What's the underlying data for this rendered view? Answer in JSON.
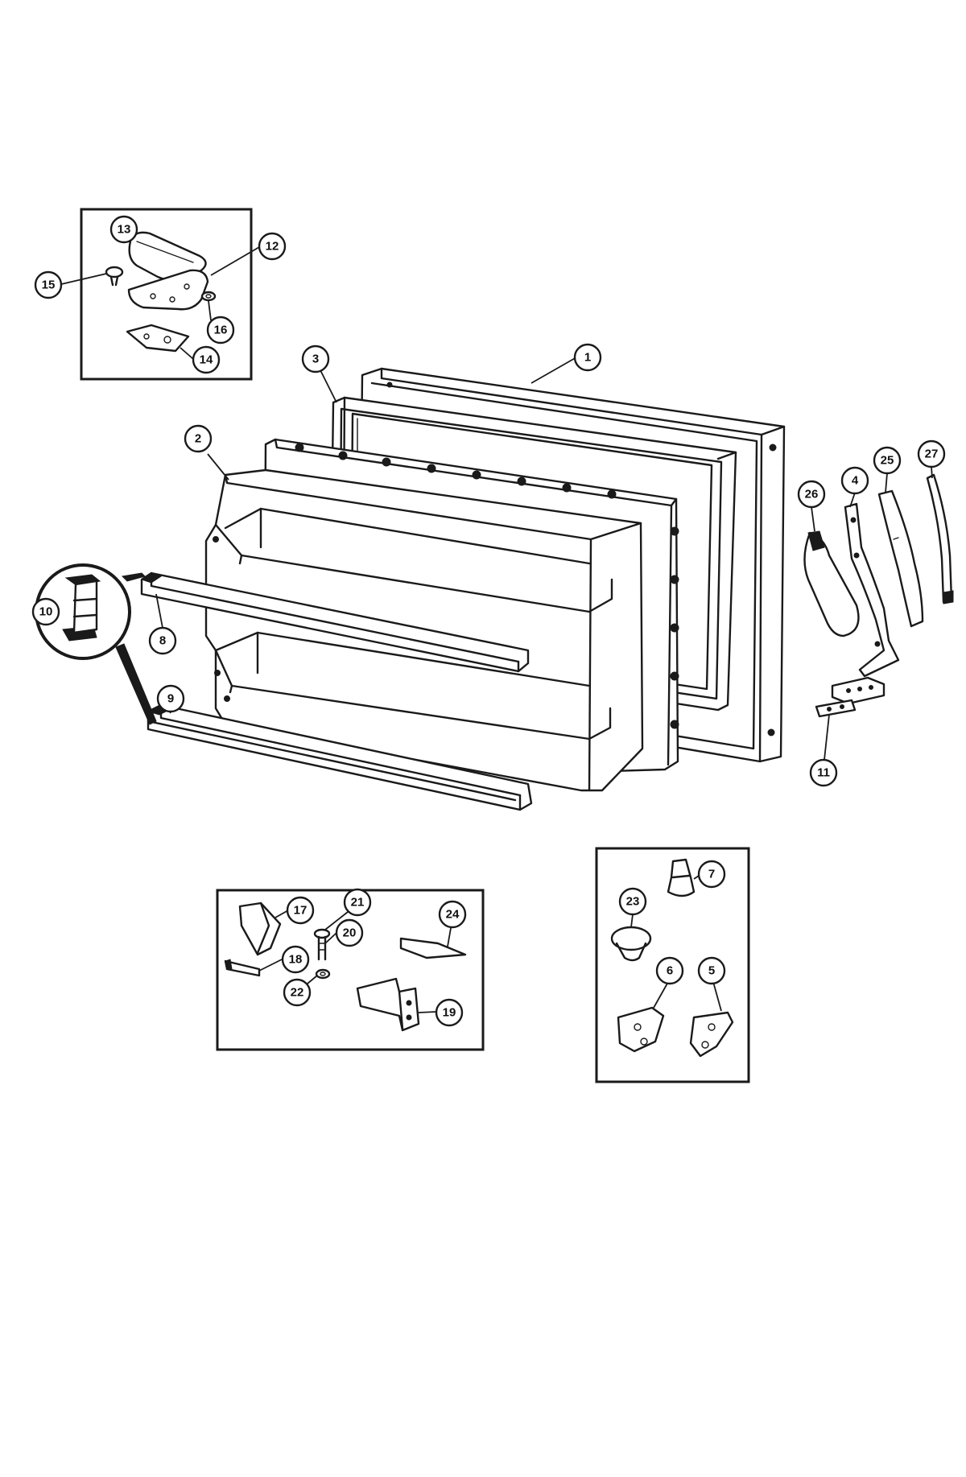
{
  "callouts": [
    {
      "id": "c1",
      "label": "1"
    },
    {
      "id": "c2",
      "label": "2"
    },
    {
      "id": "c3",
      "label": "3"
    },
    {
      "id": "c4",
      "label": "4"
    },
    {
      "id": "c5",
      "label": "5"
    },
    {
      "id": "c6",
      "label": "6"
    },
    {
      "id": "c7",
      "label": "7"
    },
    {
      "id": "c8",
      "label": "8"
    },
    {
      "id": "c9",
      "label": "9"
    },
    {
      "id": "c10",
      "label": "10"
    },
    {
      "id": "c11",
      "label": "11"
    },
    {
      "id": "c12",
      "label": "12"
    },
    {
      "id": "c13",
      "label": "13"
    },
    {
      "id": "c14",
      "label": "14"
    },
    {
      "id": "c15",
      "label": "15"
    },
    {
      "id": "c16",
      "label": "16"
    },
    {
      "id": "c17",
      "label": "17"
    },
    {
      "id": "c18",
      "label": "18"
    },
    {
      "id": "c19",
      "label": "19"
    },
    {
      "id": "c20",
      "label": "20"
    },
    {
      "id": "c21",
      "label": "21"
    },
    {
      "id": "c22",
      "label": "22"
    },
    {
      "id": "c23",
      "label": "23"
    },
    {
      "id": "c24",
      "label": "24"
    },
    {
      "id": "c25",
      "label": "25"
    },
    {
      "id": "c26",
      "label": "26"
    },
    {
      "id": "c27",
      "label": "27"
    }
  ]
}
